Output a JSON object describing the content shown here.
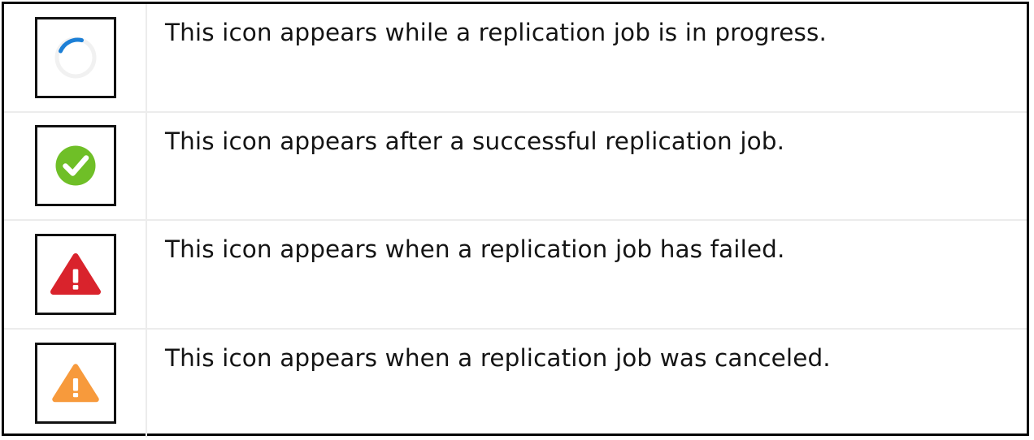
{
  "table": {
    "rows": [
      {
        "icon_name": "spinner-in-progress-icon",
        "icon_label": "replication in progress spinner",
        "description": "This icon appears while a replication job is in progress.",
        "color": "#1c7fd6",
        "track_color": "#f0f0f0"
      },
      {
        "icon_name": "success-check-icon",
        "icon_label": "successful replication check mark",
        "description": "This icon appears after a successful replication job.",
        "color": "#6fbf27",
        "track_color": "#ffffff"
      },
      {
        "icon_name": "error-alert-triangle-icon",
        "icon_label": "failed replication alert triangle",
        "description": "This icon appears when a replication job has failed.",
        "color": "#d9232c",
        "track_color": "#ffffff"
      },
      {
        "icon_name": "warning-alert-triangle-icon",
        "icon_label": "canceled replication warning triangle",
        "description": "This icon appears when a replication job was canceled.",
        "color": "#f79a3c",
        "track_color": "#ffffff"
      }
    ]
  },
  "style": {
    "border_color": "#000000",
    "divider_color": "#ececec",
    "text_color": "#141414",
    "background": "#ffffff"
  }
}
